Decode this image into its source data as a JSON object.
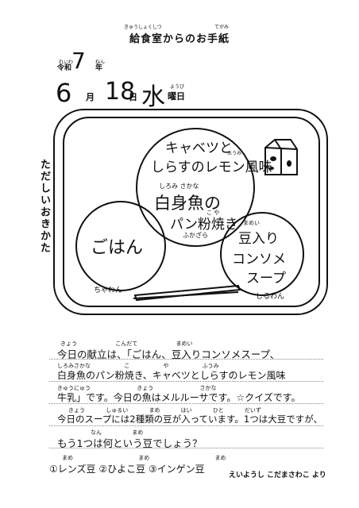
{
  "header": {
    "title": "給食室からのお手紙",
    "title_ruby_left": "きゅうしょくしつ",
    "title_ruby_right": "てがみ"
  },
  "date": {
    "era_label": "令和",
    "era_ruby": "れいわ",
    "era_year": "7",
    "year_label": "年",
    "year_ruby": "ねん",
    "month": "6",
    "month_label": "月",
    "day": "18",
    "day_label": "日",
    "weekday": "水",
    "weekday_label": "曜日",
    "weekday_ruby": "ようび"
  },
  "side_label": "ただしいおきかた",
  "tray": {
    "salad_line1": "キャベツと",
    "salad_line2": "しらすのレモン風味",
    "salad_ruby": "ふうみ",
    "fish_ruby": "しろみ さかな",
    "fish_line1": "白身魚の",
    "fish_line2": "パン粉焼き",
    "fish_ruby2": "こ や",
    "fish_ruby3": "ふかざら",
    "rice": "ごはん",
    "rice_bowl": "ちゃわん",
    "soup_line1": "豆入り",
    "soup_line2": "コンソメ",
    "soup_line3": "スープ",
    "soup_ruby": "まめい",
    "soup_bowl": "しるわん"
  },
  "letter": {
    "line1_ruby": "きょう こんだて まめい",
    "line1": "今日の献立は、「ごはん、豆入りコンソメスープ、",
    "line2_ruby": "しろみさかな こ や ふうみ",
    "line2": "白身魚のパン粉焼き、キャベツとしらすのレモン風味",
    "line3_ruby": "きゅうにゅう きょう さかな",
    "line3": "牛乳」です。今日の魚はメルルーサです。☆クイズです。",
    "line4_ruby": "きょう しゅるい まめ はい ひと だいず",
    "line4": "今日のスープには2種類の豆が入っています。1つは大豆ですが、",
    "line5_ruby": "なん まめ",
    "line5": "もう1つは何という豆でしょう？",
    "options_ruby": "まめ まめ まめ",
    "options": "①レンズ豆 ②ひよこ豆 ③インゲン豆",
    "signature": "えいようし こだまさわこ より"
  }
}
